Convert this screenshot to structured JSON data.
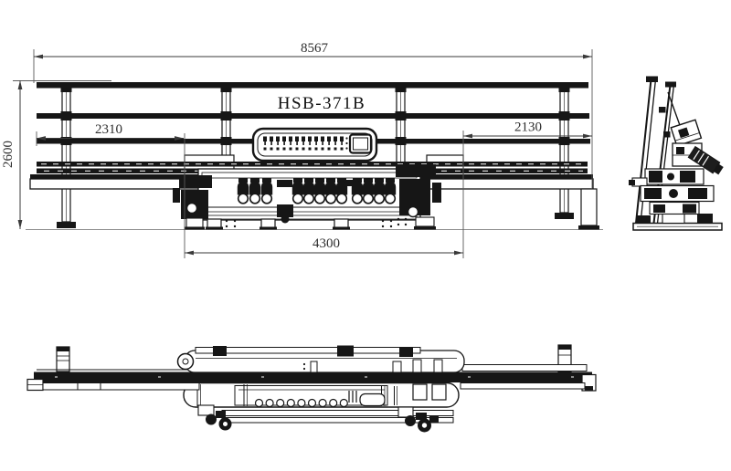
{
  "drawing": {
    "model": "HSB-371B",
    "dimensions": {
      "total_length": "8567",
      "total_height": "2600",
      "left_section": "2310",
      "right_section": "2130",
      "center_section": "4300"
    },
    "colors": {
      "line": "#161616",
      "dimension": "#3a3a3a",
      "ground": "#8f8f8f",
      "background": "#ffffff"
    }
  }
}
